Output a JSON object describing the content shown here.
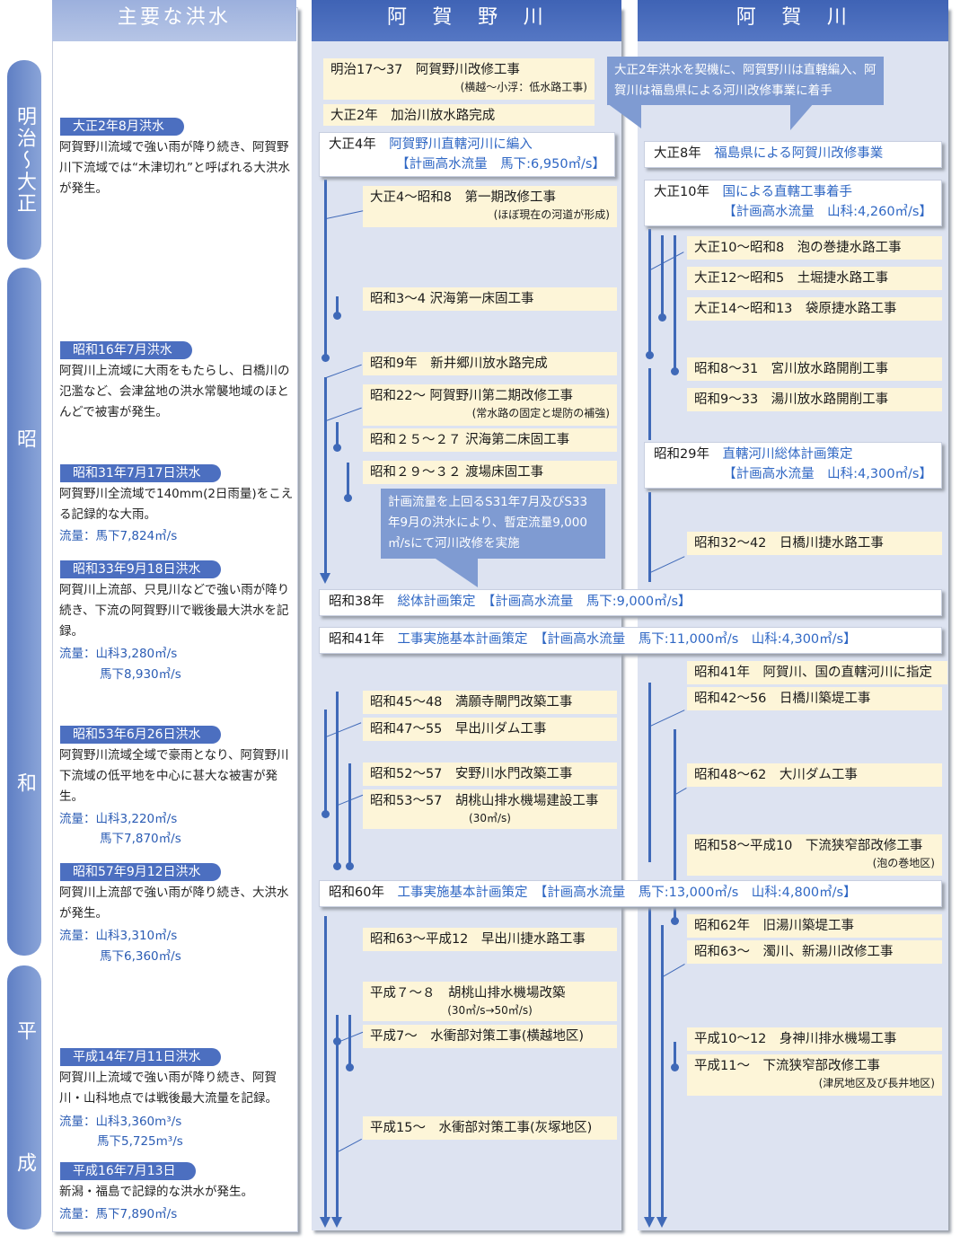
{
  "headers": {
    "floods": "主要な洪水",
    "aganogawa": "阿　賀　野　川",
    "agagawa": "阿　賀　川"
  },
  "eras": {
    "meiji_taisho": "明治〜大正",
    "showa_1": "昭",
    "showa_2": "和",
    "heisei_1": "平",
    "heisei_2": "成"
  },
  "floods": [
    {
      "title": "大正2年8月洪水",
      "text": "阿賀野川流域で強い雨が降り続き、阿賀野川下流域では“木津切れ”と呼ばれる大洪水が発生。",
      "flow1": "",
      "flow2": ""
    },
    {
      "title": "昭和16年7月洪水",
      "text": "阿賀川上流域に大雨をもたらし、日橋川の氾濫など、会津盆地の洪水常襲地域のほとんどで被害が発生。",
      "flow1": "",
      "flow2": ""
    },
    {
      "title": "昭和31年7月17日洪水",
      "text": "阿賀野川全流域で140mm(2日雨量)をこえる記録的な大雨。",
      "flow1": "流量：馬下7,824㎥/s",
      "flow2": ""
    },
    {
      "title": "昭和33年9月18日洪水",
      "text": "阿賀川上流部、只見川などで強い雨が降り続き、下流の阿賀野川で戦後最大洪水を記録。",
      "flow1": "流量：山科3,280㎥/s",
      "flow2": "馬下8,930㎥/s"
    },
    {
      "title": "昭和53年6月26日洪水",
      "text": "阿賀野川流域全域で豪雨となり、阿賀野川下流域の低平地を中心に甚大な被害が発生。",
      "flow1": "流量：山科3,220㎥/s",
      "flow2": "馬下7,870㎥/s"
    },
    {
      "title": "昭和57年9月12日洪水",
      "text": "阿賀川上流部で強い雨が降り続き、大洪水が発生。",
      "flow1": "流量：山科3,310㎥/s",
      "flow2": "馬下6,360㎥/s"
    },
    {
      "title": "平成14年7月11日洪水",
      "text": "阿賀川上流域で強い雨が降り続き、阿賀川・山科地点では戦後最大流量を記録。",
      "flow1": "流量：山科3,360m³/s",
      "flow2": "馬下5,725m³/s"
    },
    {
      "title": "平成16年7月13日",
      "text": "新潟・福島で記録的な洪水が発生。",
      "flow1": "流量：馬下7,890㎥/s",
      "flow2": ""
    }
  ],
  "agano": {
    "p1": {
      "t": "明治17〜37　阿賀野川改修工事",
      "s": "(横越〜小浮：低水路工事)"
    },
    "p2": {
      "t": "大正2年　加治川放水路完成"
    },
    "w1": {
      "a": "大正4年　",
      "b": "阿賀野川直轄河川に編入",
      "c": "【計画高水流量　馬下:6,950㎥/s】"
    },
    "p3": {
      "t": "大正4〜昭和8　第一期改修工事",
      "s": "(ほぼ現在の河道が形成)"
    },
    "p4": {
      "t": "昭和3〜4 沢海第一床固工事"
    },
    "p5": {
      "t": "昭和9年　新井郷川放水路完成"
    },
    "p6": {
      "t": "昭和22〜 阿賀野川第二期改修工事",
      "s": "(常水路の固定と堤防の補強)"
    },
    "p7": {
      "t": "昭和２５〜２７ 沢海第二床固工事"
    },
    "p8": {
      "t": "昭和２９〜３２ 渡場床固工事"
    },
    "c2": "計画流量を上回るS31年7月及びS33年9月の洪水により、暫定流量9,000㎥/sにて河川改修を実施",
    "p9": {
      "t": "昭和45〜48　満願寺閘門改築工事"
    },
    "p10": {
      "t": "昭和47〜55　早出川ダム工事"
    },
    "p11": {
      "t": "昭和52〜57　安野川水門改築工事"
    },
    "p12": {
      "t": "昭和53〜57　胡桃山排水機場建設工事",
      "s": "(30㎥/s)"
    },
    "p13": {
      "t": "昭和63〜平成12　早出川捷水路工事"
    },
    "p14": {
      "t": "平成７〜８　胡桃山排水機場改築",
      "s": "(30㎥/s→50㎥/s)"
    },
    "p15": {
      "t": "平成7〜　水衝部対策工事(横越地区)"
    },
    "p16": {
      "t": "平成15〜　水衝部対策工事(灰塚地区)"
    }
  },
  "common": {
    "c1": "大正2年洪水を契機に、阿賀野川は直轄編入、阿賀川は福島県による河川改修事業に着手",
    "w_s38": {
      "a": "昭和38年　",
      "b": "総体計画策定",
      "c": "　【計画高水流量　馬下:9,000㎥/s】"
    },
    "w_s41": {
      "a": "昭和41年　",
      "b": "工事実施基本計画策定",
      "c": "　【計画高水流量　馬下:11,000㎥/s　山科:4,300㎥/s】"
    },
    "w_s60": {
      "a": "昭和60年　",
      "b": "工事実施基本計画策定",
      "c": "　【計画高水流量　馬下:13,000㎥/s　山科:4,800㎥/s】"
    }
  },
  "aga": {
    "w1": {
      "a": "大正8年　",
      "b": "福島県による阿賀川改修事業"
    },
    "w2": {
      "a": "大正10年　",
      "b": "国による直轄工事着手",
      "c": "【計画高水流量　山科:4,260㎥/s】"
    },
    "q1": "大正10〜昭和8　泡の巻捷水路工事",
    "q2": "大正12〜昭和5　土堀捷水路工事",
    "q3": "大正14〜昭和13　袋原捷水路工事",
    "q4": "昭和8〜31　宮川放水路開削工事",
    "q5": "昭和9〜33　湯川放水路開削工事",
    "w3": {
      "a": "昭和29年　",
      "b": "直轄河川総体計画策定",
      "c": "【計画高水流量　山科:4,300㎥/s】"
    },
    "q6": "昭和32〜42　日橋川捷水路工事",
    "q7": "昭和41年　阿賀川、国の直轄河川に指定",
    "q8": "昭和42〜56　日橋川築堤工事",
    "q9": "昭和48〜62　大川ダム工事",
    "q10": {
      "t": "昭和58〜平成10　下流狭窄部改修工事",
      "s": "(泡の巻地区)"
    },
    "q11": "昭和62年　旧湯川築堤工事",
    "q12": "昭和63〜　濁川、新湯川改修工事",
    "q13": "平成10〜12　身神川排水機場工事",
    "q14": {
      "t": "平成11〜　下流狭窄部改修工事",
      "s": "(津尻地区及び長井地区)"
    }
  }
}
